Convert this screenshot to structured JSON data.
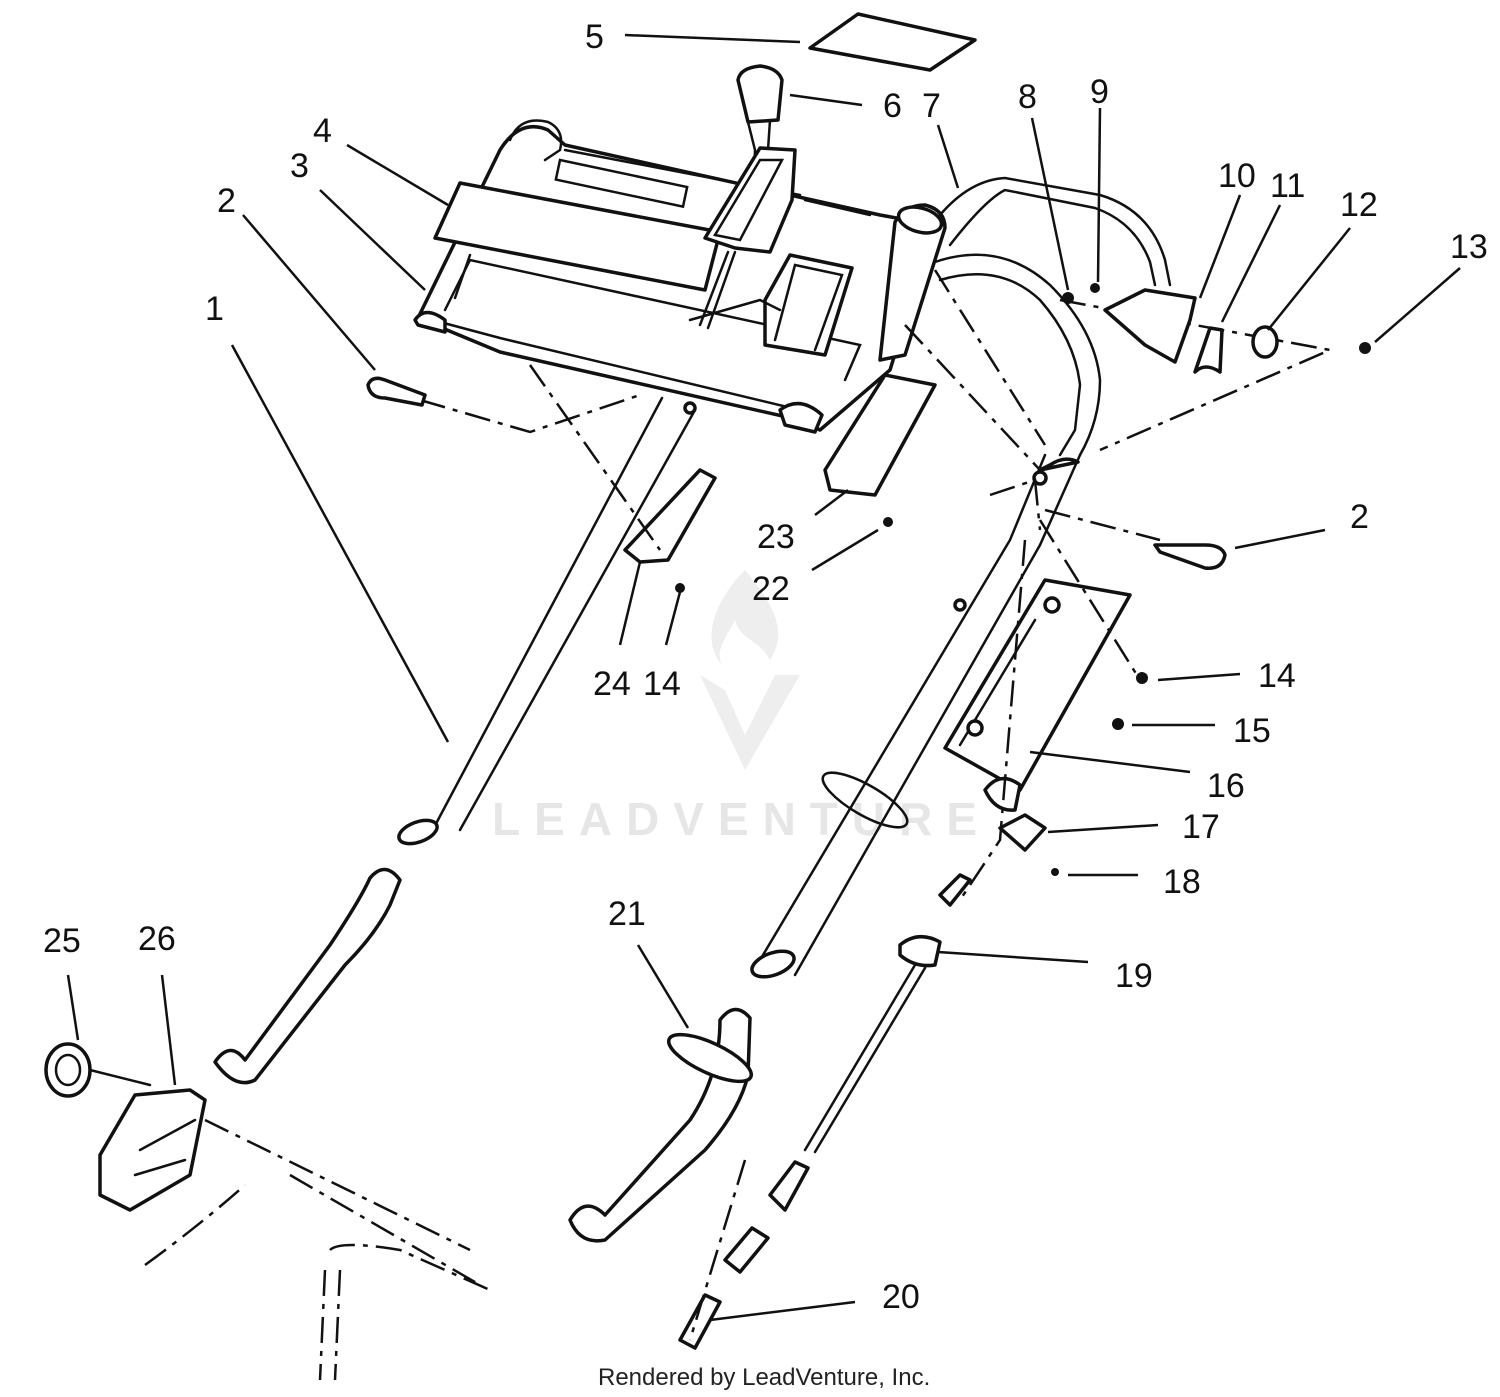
{
  "footer": {
    "credit": "Rendered by LeadVenture, Inc."
  },
  "watermark": {
    "text": "LEADVENTURE"
  },
  "callouts": [
    {
      "id": "1",
      "label": "1"
    },
    {
      "id": "2a",
      "label": "2"
    },
    {
      "id": "2b",
      "label": "2"
    },
    {
      "id": "3",
      "label": "3"
    },
    {
      "id": "4",
      "label": "4"
    },
    {
      "id": "5",
      "label": "5"
    },
    {
      "id": "6",
      "label": "6"
    },
    {
      "id": "7",
      "label": "7"
    },
    {
      "id": "8",
      "label": "8"
    },
    {
      "id": "9",
      "label": "9"
    },
    {
      "id": "10",
      "label": "10"
    },
    {
      "id": "11",
      "label": "11"
    },
    {
      "id": "12",
      "label": "12"
    },
    {
      "id": "13",
      "label": "13"
    },
    {
      "id": "14a",
      "label": "14"
    },
    {
      "id": "14b",
      "label": "14"
    },
    {
      "id": "15",
      "label": "15"
    },
    {
      "id": "16",
      "label": "16"
    },
    {
      "id": "17",
      "label": "17"
    },
    {
      "id": "18",
      "label": "18"
    },
    {
      "id": "19",
      "label": "19"
    },
    {
      "id": "20",
      "label": "20"
    },
    {
      "id": "21",
      "label": "21"
    },
    {
      "id": "22",
      "label": "22"
    },
    {
      "id": "23",
      "label": "23"
    },
    {
      "id": "24",
      "label": "24"
    },
    {
      "id": "25",
      "label": "25"
    },
    {
      "id": "26",
      "label": "26"
    }
  ]
}
